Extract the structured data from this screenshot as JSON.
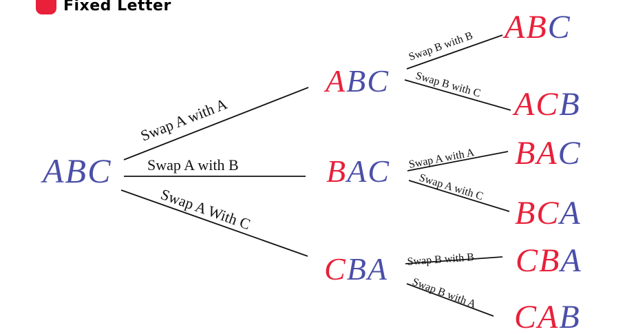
{
  "legend": {
    "fixed_label": "Fixed Letter",
    "fixed_color": "#e8203a",
    "free_color": "#4b4fa8"
  },
  "tree": {
    "root": {
      "text": "ABC",
      "fixed_count": 0
    },
    "level1": [
      {
        "text": "ABC",
        "fixed_count": 1,
        "edge_label": "Swap A with A"
      },
      {
        "text": "BAC",
        "fixed_count": 1,
        "edge_label": "Swap A with B"
      },
      {
        "text": "CBA",
        "fixed_count": 1,
        "edge_label": "Swap A With C"
      }
    ],
    "level2": [
      {
        "parent": 0,
        "text": "ABC",
        "fixed_count": 2,
        "edge_label": "Swap B with B"
      },
      {
        "parent": 0,
        "text": "ACB",
        "fixed_count": 2,
        "edge_label": "Swap B with C"
      },
      {
        "parent": 1,
        "text": "BAC",
        "fixed_count": 2,
        "edge_label": "Swap A with A"
      },
      {
        "parent": 1,
        "text": "BCA",
        "fixed_count": 2,
        "edge_label": "Swap A with C"
      },
      {
        "parent": 2,
        "text": "CBA",
        "fixed_count": 2,
        "edge_label": "Swap B with B"
      },
      {
        "parent": 2,
        "text": "CAB",
        "fixed_count": 2,
        "edge_label": "Swap B with A"
      }
    ]
  }
}
